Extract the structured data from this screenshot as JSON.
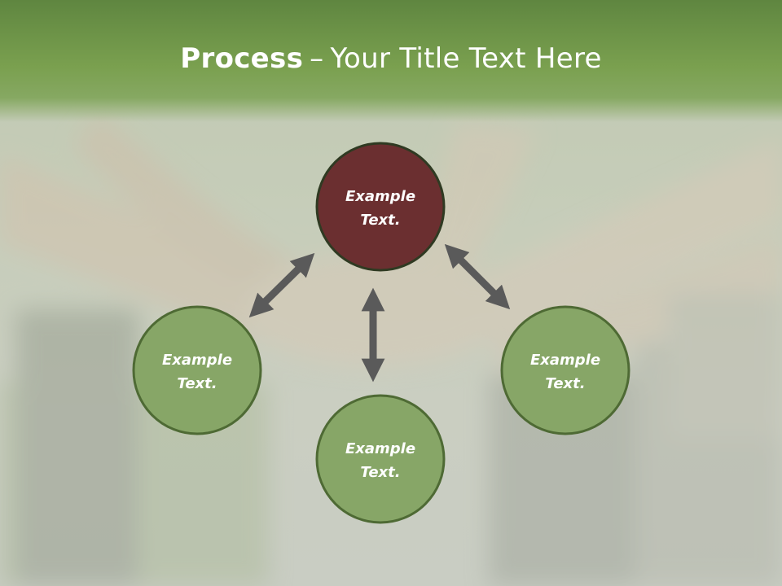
{
  "slide": {
    "title_bold": "Process",
    "title_separator": "–",
    "title_rest": "Your Title Text Here"
  },
  "nodes": [
    {
      "id": "top",
      "line1": "Example",
      "line2": "Text.",
      "color": "#6b2f30"
    },
    {
      "id": "left",
      "line1": "Example",
      "line2": "Text.",
      "color": "#87a667"
    },
    {
      "id": "right",
      "line1": "Example",
      "line2": "Text.",
      "color": "#87a667"
    },
    {
      "id": "bottom",
      "line1": "Example",
      "line2": "Text.",
      "color": "#87a667"
    }
  ],
  "colors": {
    "title_band": "#7aa04f",
    "node_outline": "#2f3a22",
    "arrow": "#5a5a5a"
  }
}
